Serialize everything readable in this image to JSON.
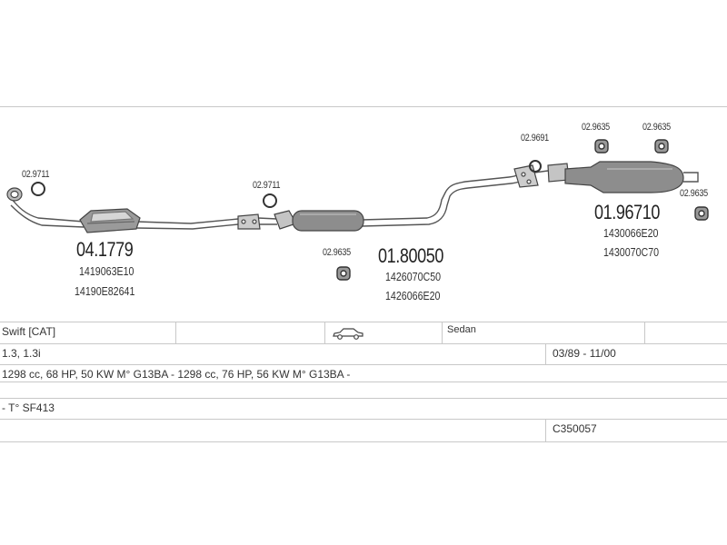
{
  "diagram": {
    "parts": [
      {
        "id": "04.1779",
        "refs": [
          "1419063E10",
          "14190E82641"
        ]
      },
      {
        "id": "01.80050",
        "refs": [
          "1426070C50",
          "1426066E20"
        ]
      },
      {
        "id": "01.96710",
        "refs": [
          "1430066E20",
          "1430070C70"
        ]
      }
    ],
    "small_parts": [
      "02.9711",
      "02.9711",
      "02.9635",
      "02.9691",
      "02.9635",
      "02.9635",
      "02.9635"
    ]
  },
  "table": {
    "model": "Swift  [CAT]",
    "body_type": "Sedan",
    "engines": "1.3, 1.3i",
    "years": "03/89 - 11/00",
    "specs": "1298 cc, 68 HP, 50 KW M° G13BA - 1298 cc, 76 HP, 56 KW M° G13BA -",
    "type_code": "- T° SF413",
    "ref_code": "C350057",
    "car_icon": "sedan-car-icon"
  },
  "colors": {
    "line": "#555555",
    "part_fill": "#8a8a8a",
    "rule": "#c8c8c8"
  }
}
